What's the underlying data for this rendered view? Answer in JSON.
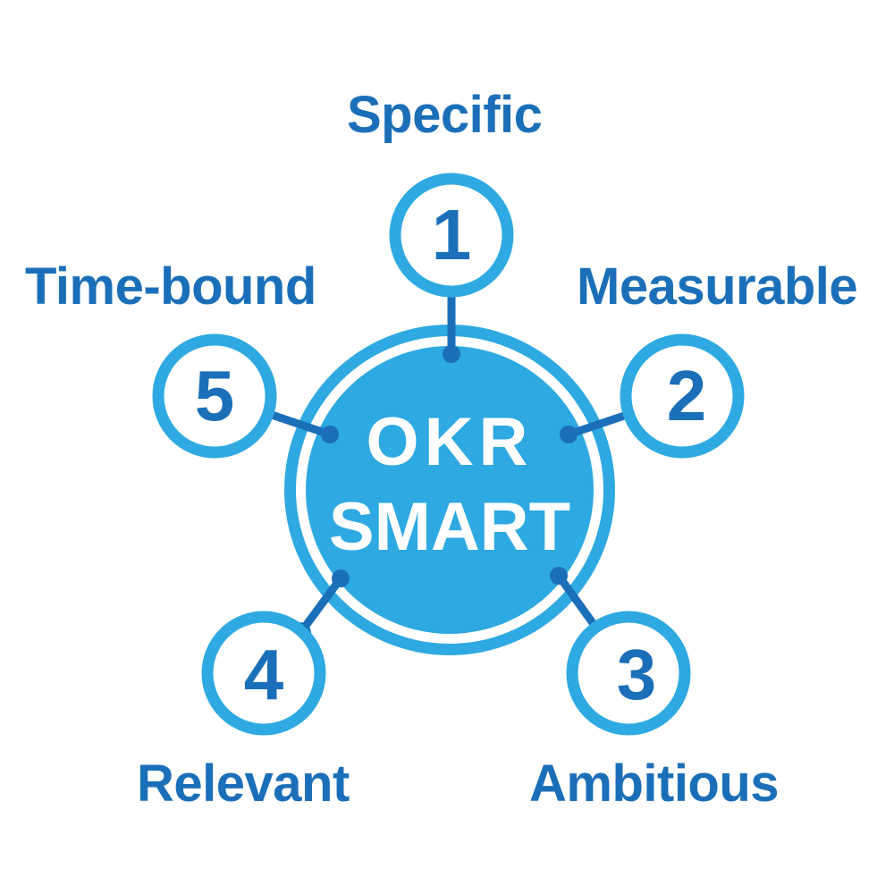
{
  "colors": {
    "light_blue": "#2ea9e1",
    "dark_blue": "#1b6fb8",
    "white": "#ffffff"
  },
  "center": {
    "line1": "OKR",
    "line2": "SMART"
  },
  "items": [
    {
      "number": "1",
      "label": "Specific"
    },
    {
      "number": "2",
      "label": "Measurable"
    },
    {
      "number": "3",
      "label": "Ambitious"
    },
    {
      "number": "4",
      "label": "Relevant"
    },
    {
      "number": "5",
      "label": "Time-bound"
    }
  ]
}
